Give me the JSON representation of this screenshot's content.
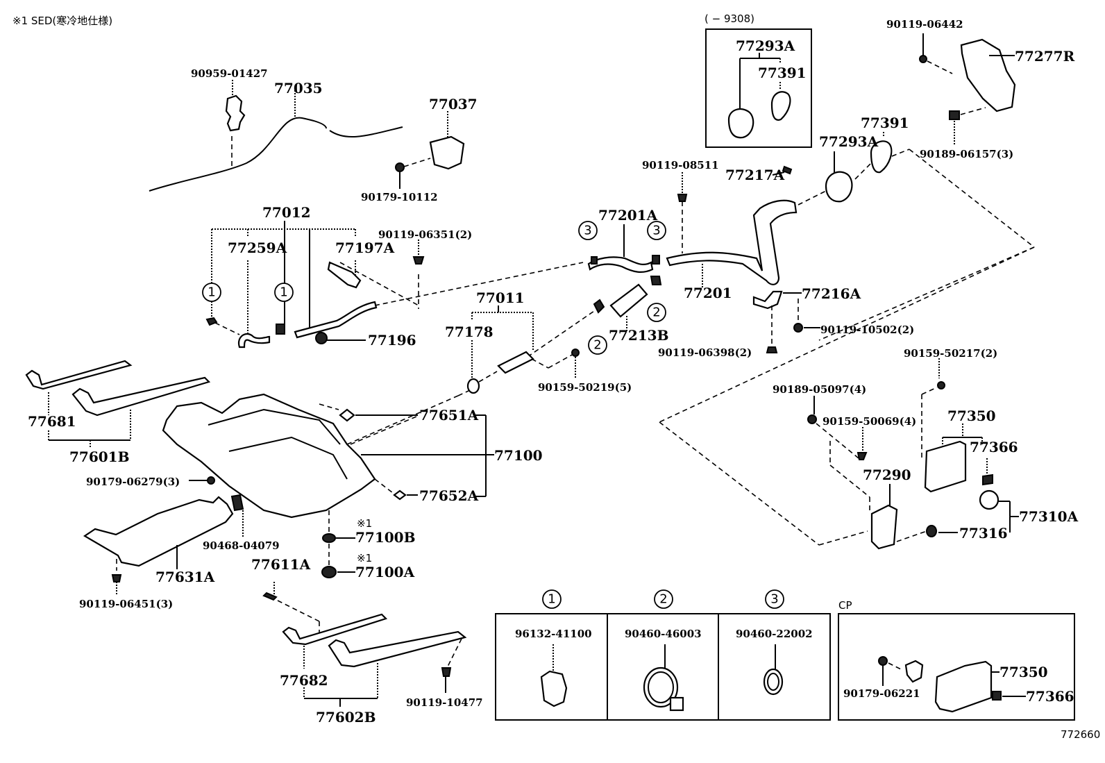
{
  "note_header": "※1 SED(寒冷地仕様)",
  "diagram_id": "772660",
  "inset_date_range": "(      − 9308)",
  "cp_label": "CP",
  "labels": {
    "p90959_01427": "90959-01427",
    "p77035": "77035",
    "p77037": "77037",
    "p90179_10112": "90179-10112",
    "p77012": "77012",
    "p77259A": "77259A",
    "p77197A": "77197A",
    "p90119_06351": "90119-06351(2)",
    "p77196": "77196",
    "p77293A_inset": "77293A",
    "p77391_inset": "77391",
    "p90119_06442": "90119-06442",
    "p77277R": "77277R",
    "p90189_06157": "90189-06157(3)",
    "p77391": "77391",
    "p77293A": "77293A",
    "p90119_08511": "90119-08511",
    "p77217A": "77217A",
    "p77201A": "77201A",
    "p77201": "77201",
    "p77216A": "77216A",
    "p90119_10502": "90119-10502(2)",
    "p77213B": "77213B",
    "p90119_06398": "90119-06398(2)",
    "p77011": "77011",
    "p77178": "77178",
    "p90159_50219": "90159-50219(5)",
    "p90159_50217": "90159-50217(2)",
    "p90189_05097": "90189-05097(4)",
    "p90159_50069": "90159-50069(4)",
    "p77350": "77350",
    "p77366": "77366",
    "p77290": "77290",
    "p77310A": "77310A",
    "p77316": "77316",
    "p77681": "77681",
    "p77601B": "77601B",
    "p77651A": "77651A",
    "p77100": "77100",
    "p77652A": "77652A",
    "p90179_06279": "90179-06279(3)",
    "p90468_04079": "90468-04079",
    "p77631A": "77631A",
    "p90119_06451": "90119-06451(3)",
    "p77100B": "77100B",
    "p77100A": "77100A",
    "mark1a": "※1",
    "mark1b": "※1",
    "p77611A": "77611A",
    "p77682": "77682",
    "p77602B": "77602B",
    "p90119_10477": "90119-10477"
  },
  "callouts": {
    "c1": "1",
    "c2": "2",
    "c3": "3"
  },
  "clamp_table": [
    {
      "ref": "1",
      "part": "96132-41100"
    },
    {
      "ref": "2",
      "part": "90460-46003"
    },
    {
      "ref": "3",
      "part": "90460-22002"
    }
  ],
  "cp_box": {
    "p90179_06221": "90179-06221",
    "p77350": "77350",
    "p77366": "77366"
  }
}
